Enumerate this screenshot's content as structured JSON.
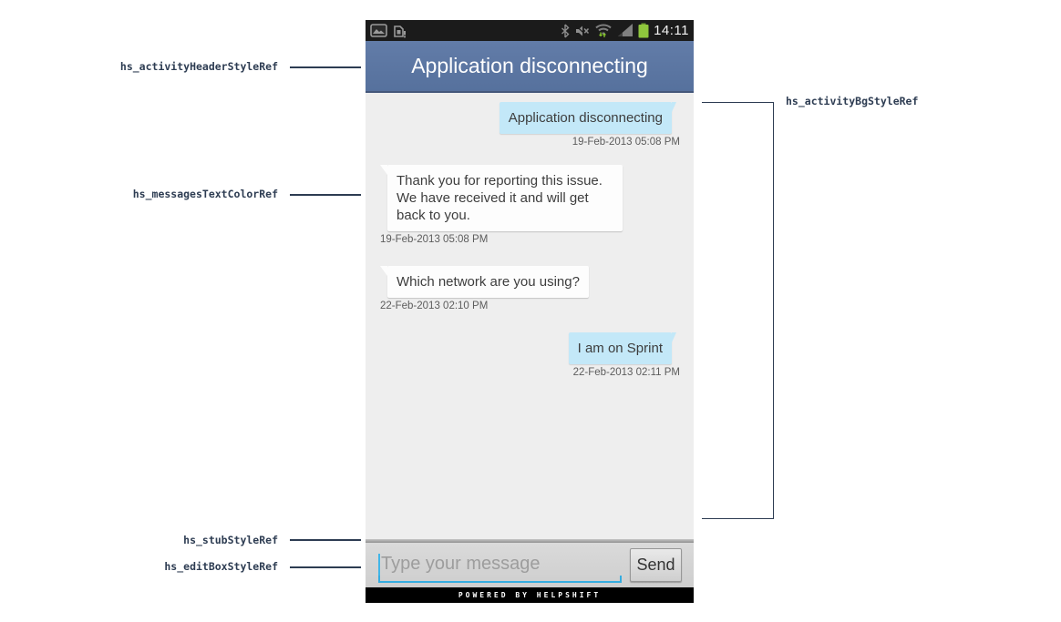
{
  "phone": {
    "status_bar": {
      "time": "14:11",
      "icons_left": [
        "gallery-icon",
        "sim-alert-icon"
      ],
      "icons_right": [
        "bluetooth-icon",
        "mute-icon",
        "wifi-icon",
        "signal-icon",
        "battery-icon"
      ]
    },
    "header": {
      "title": "Application disconnecting"
    },
    "messages": [
      {
        "side": "right",
        "text": "Application disconnecting",
        "timestamp": "19-Feb-2013 05:08 PM"
      },
      {
        "side": "left",
        "text": "Thank you for reporting this issue. We have received it and will get back to you.",
        "timestamp": "19-Feb-2013 05:08 PM"
      },
      {
        "side": "left",
        "text": "Which network are you using?",
        "timestamp": "22-Feb-2013 02:10 PM"
      },
      {
        "side": "right",
        "text": "I am on Sprint",
        "timestamp": "22-Feb-2013 02:11 PM"
      }
    ],
    "composer": {
      "placeholder": "Type your message",
      "send_label": "Send"
    },
    "footer": {
      "text": "POWERED BY HELPSHIFT"
    }
  },
  "annotations": {
    "header_ref": "hs_activityHeaderStyleRef",
    "messages_text_ref": "hs_messagesTextColorRef",
    "stub_ref": "hs_stubStyleRef",
    "editbox_ref": "hs_editBoxStyleRef",
    "activity_bg_ref": "hs_activityBgStyleRef"
  },
  "colors": {
    "header_bg": "#5b76a2",
    "bubble_outgoing": "#c3e8f8",
    "bubble_incoming": "#fdfdfd",
    "chat_bg": "#eeeeee",
    "composer_bg": "#d4d4d4",
    "underline_accent": "#35ace0",
    "battery_green": "#8fc63d",
    "annotation_ink": "#2d3c52",
    "footer_bg": "#000000"
  }
}
